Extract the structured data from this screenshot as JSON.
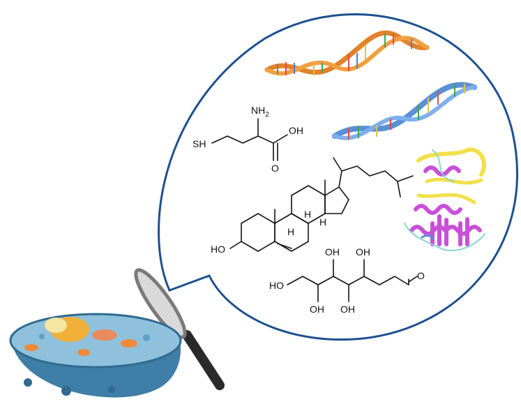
{
  "molecules": {
    "homocysteine": {
      "amine": "NH",
      "amine_sub": "2",
      "acid": "OH",
      "carbonyl": "O",
      "thiol": "SH"
    },
    "cholesterol": {
      "hydroxyl": "HO",
      "h1": "H",
      "h2": "H",
      "h3": "H"
    },
    "sugar": {
      "oh_top1": "OH",
      "oh_top2": "OH",
      "oh_left": "HO",
      "oh_bot1": "OH",
      "oh_bot2": "OH",
      "aldehyde": "O"
    }
  },
  "colors": {
    "bubble_stroke": "#1d4f8f",
    "dna_orange": "#e2822a",
    "dna_blue": "#5b8fd6",
    "protein_magenta": "#c94fd8",
    "protein_yellow": "#f2e04a",
    "cell_shell": "#3f7ea6",
    "magnifier_rim": "#7a7a7a"
  },
  "icons": [
    "magnifier-icon",
    "animal-cell-icon",
    "dna-helix-icon",
    "protein-structure-icon"
  ]
}
